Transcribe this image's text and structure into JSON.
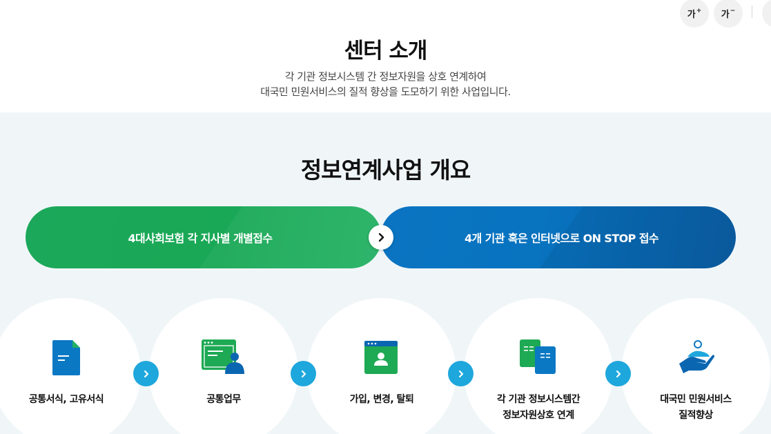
{
  "font_controls": {
    "increase": "가",
    "decrease": "가",
    "increase_mark": "+",
    "decrease_mark": "−"
  },
  "header": {
    "title": "센터 소개",
    "desc_line1": "각 기관 정보시스템 간 정보자원을 상호 연계하여",
    "desc_line2": "대국민 민원서비스의 질적 향상을 도모하기 위한 사업입니다."
  },
  "overview": {
    "title": "정보연계사업 개요",
    "before_label": "4대사회보험 각 지사별 개별접수",
    "after_label": "4개 기관 혹은 인터넷으로 ON STOP 접수"
  },
  "steps": [
    {
      "line1": "공통서식, 고유서식",
      "line2": "",
      "icon": "document-icon"
    },
    {
      "line1": "공통업무",
      "line2": "",
      "icon": "browser-user-icon"
    },
    {
      "line1": "가입, 변경, 탈퇴",
      "line2": "",
      "icon": "profile-window-icon"
    },
    {
      "line1": "각 기관 정보시스템간",
      "line2": "정보자원상호 연계",
      "icon": "linked-documents-icon"
    },
    {
      "line1": "대국민 민원서비스",
      "line2": "질적향상",
      "icon": "hand-service-icon"
    }
  ],
  "colors": {
    "green": "#1ca85a",
    "blue": "#0a74c2",
    "arrow": "#1ea7dc",
    "background": "#f0f6f8"
  }
}
